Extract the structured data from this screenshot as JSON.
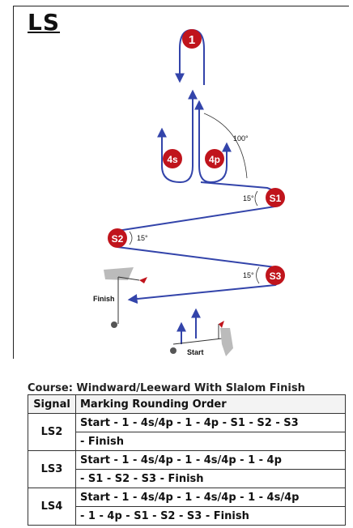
{
  "title": "LS",
  "diagram": {
    "marks": {
      "m1": "1",
      "m4s": "4s",
      "m4p": "4p",
      "s1": "S1",
      "s2": "S2",
      "s3": "S3"
    },
    "angles": {
      "a100": "100°",
      "a15_s1": "15°",
      "a15_s2": "15°",
      "a15_s3": "15°"
    },
    "labels": {
      "finish": "Finish",
      "start": "Start"
    },
    "colors": {
      "course": "#3344aa",
      "mark": "#c0141c",
      "boat": "#bbbbbb"
    }
  },
  "caption": "Course: Windward/Leeward With Slalom Finish",
  "table": {
    "headers": [
      "Signal",
      "Marking Rounding Order"
    ],
    "rows": [
      {
        "signal": "LS2",
        "line1": "Start - 1 - 4s/4p - 1 - 4p - S1 - S2 - S3",
        "line2": "- Finish"
      },
      {
        "signal": "LS3",
        "line1": "Start - 1 - 4s/4p - 1 - 4s/4p - 1 - 4p",
        "line2": "- S1 - S2 - S3 - Finish"
      },
      {
        "signal": "LS4",
        "line1": "Start - 1 - 4s/4p - 1 - 4s/4p - 1 - 4s/4p",
        "line2": "- 1 - 4p - S1 - S2 - S3 - Finish"
      }
    ]
  }
}
